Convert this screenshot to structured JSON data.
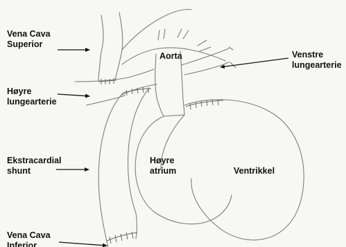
{
  "labels": {
    "vena_cava_superior": [
      "Vena Cava",
      "Superior"
    ],
    "aorta": "Aorta",
    "venstre_lungearterie": [
      "Venstre",
      "lungearterie"
    ],
    "hoyre_lungearterie": [
      "Høyre",
      "lungearterie"
    ],
    "ekstracardial_shunt": [
      "Ekstracardial",
      "shunt"
    ],
    "hoyre_atrium": [
      "Høyre",
      "atrium"
    ],
    "ventrikkel": "Ventrikkel",
    "vena_cava_inferior": [
      "Vena Cava",
      "Inferior"
    ]
  },
  "colors": {
    "background": "#f7f7f6",
    "pencil": "#7a7a7a",
    "arrow": "#111111",
    "text": "#111111"
  }
}
